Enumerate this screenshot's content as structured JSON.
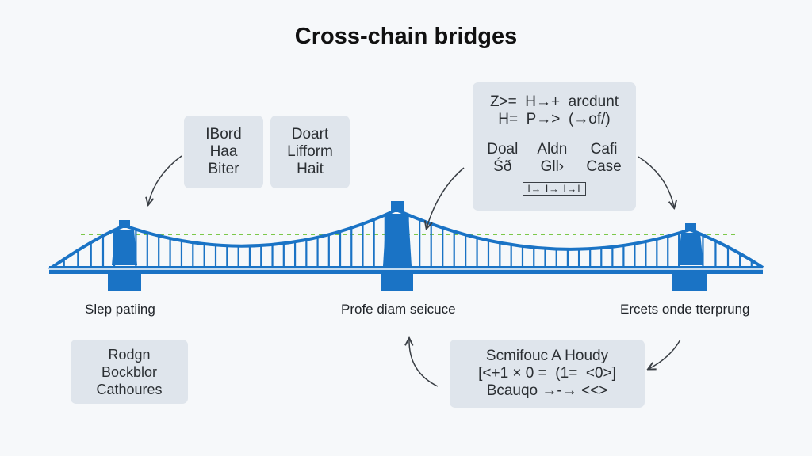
{
  "title": "Cross-chain bridges",
  "cards": {
    "left_1": [
      "IBord",
      "Haa",
      "Biter"
    ],
    "left_2": [
      "Doart",
      "Lifform",
      "Hait"
    ],
    "top_right": {
      "line1": "Z>=  H→+  arcdunt",
      "line2": "H=  P→>  (→of/)",
      "columns": [
        [
          "Doal",
          "Śð"
        ],
        [
          "Aldn",
          "Gll›"
        ],
        [
          "Cafi",
          "Case"
        ]
      ],
      "boxed": "l→ l→ l→l"
    },
    "bottom_left": [
      "Rodgn",
      "Bockblor",
      "Cathoures"
    ],
    "bottom_right": {
      "line1": "Scmifouc A Houdy",
      "line2": "[<+1 × 0 =  (1=  <0>]",
      "line3": "Bcauqo  →-→  <<>"
    }
  },
  "labels": {
    "left": "Slep patiing",
    "center": "Profe diam seicuce",
    "right": "Ercets onde tterprung"
  },
  "colors": {
    "bridge": "#1a73c5",
    "dashed_line": "#7cc84a",
    "card_bg": "#dfe5ec",
    "arrow": "#3a3f45"
  }
}
